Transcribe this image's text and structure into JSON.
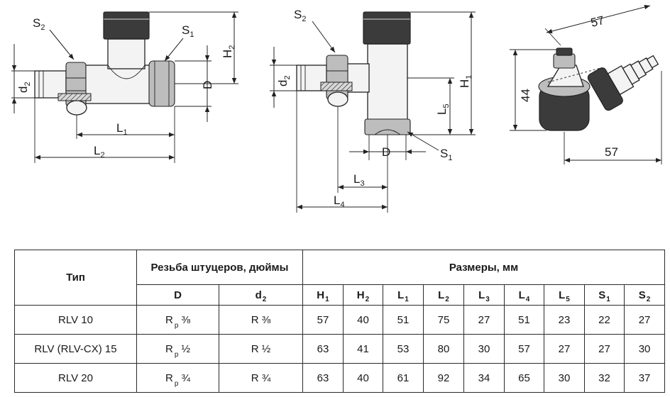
{
  "drawings": {
    "view1": {
      "labels": {
        "s2": "S",
        "s2_sub": "2",
        "s1": "S",
        "s1_sub": "1",
        "h2": "H",
        "h2_sub": "2",
        "d2": "d",
        "d2_sub": "2",
        "d": "D",
        "l1": "L",
        "l1_sub": "1",
        "l2": "L",
        "l2_sub": "2"
      }
    },
    "view2": {
      "labels": {
        "s2": "S",
        "s2_sub": "2",
        "d2": "d",
        "d2_sub": "2",
        "h1": "H",
        "h1_sub": "1",
        "l5": "L",
        "l5_sub": "5",
        "d": "D",
        "s1": "S",
        "s1_sub": "1",
        "l3": "L",
        "l3_sub": "3",
        "l4": "L",
        "l4_sub": "4"
      }
    },
    "view3": {
      "labels": {
        "top_dim": "57",
        "height_dim": "44",
        "bottom_dim": "57"
      }
    }
  },
  "table": {
    "col_type": "Тип",
    "col_thread": "Резьба штуцеров, дюймы",
    "col_dims": "Размеры, мм",
    "thread_sub": [
      {
        "main": "D",
        "sub": ""
      },
      {
        "main": "d",
        "sub": "2"
      }
    ],
    "dim_headers": [
      {
        "main": "H",
        "sub": "1"
      },
      {
        "main": "H",
        "sub": "2"
      },
      {
        "main": "L",
        "sub": "1"
      },
      {
        "main": "L",
        "sub": "2"
      },
      {
        "main": "L",
        "sub": "3"
      },
      {
        "main": "L",
        "sub": "4"
      },
      {
        "main": "L",
        "sub": "5"
      },
      {
        "main": "S",
        "sub": "1"
      },
      {
        "main": "S",
        "sub": "2"
      }
    ],
    "rows": [
      {
        "type": "RLV 10",
        "d_main": "R",
        "d_sub": "p",
        "d_frac": "⅜",
        "d2": "R ⅜",
        "values": [
          "57",
          "40",
          "51",
          "75",
          "27",
          "51",
          "23",
          "22",
          "27"
        ]
      },
      {
        "type": "RLV (RLV-CX) 15",
        "d_main": "R",
        "d_sub": "p",
        "d_frac": "½",
        "d2": "R ½",
        "values": [
          "63",
          "41",
          "53",
          "80",
          "30",
          "57",
          "27",
          "27",
          "30"
        ]
      },
      {
        "type": "RLV 20",
        "d_main": "R",
        "d_sub": "p",
        "d_frac": "¾",
        "d2": "R ¾",
        "values": [
          "63",
          "40",
          "61",
          "92",
          "34",
          "65",
          "30",
          "32",
          "37"
        ]
      }
    ]
  }
}
